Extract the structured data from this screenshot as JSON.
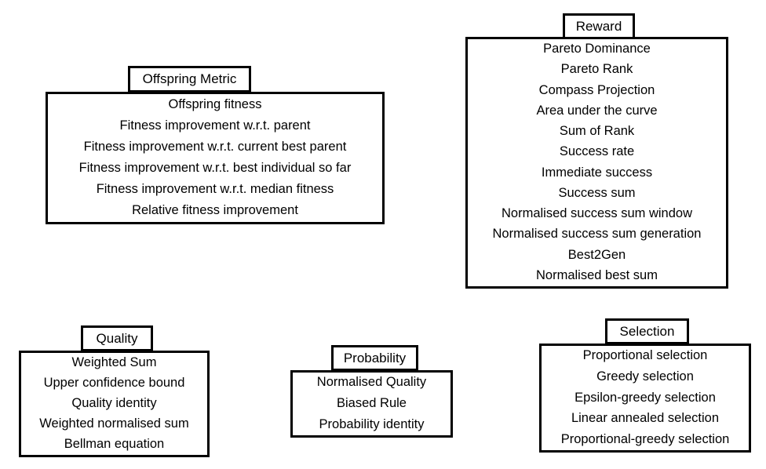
{
  "diagram": {
    "background_color": "#ffffff",
    "border_color": "#000000",
    "text_color": "#000000",
    "boxes": {
      "offspring_metric": {
        "title": "Offspring Metric",
        "items": [
          "Offspring fitness",
          "Fitness improvement w.r.t. parent",
          "Fitness improvement w.r.t. current best parent",
          "Fitness improvement w.r.t. best individual so far",
          "Fitness improvement w.r.t. median fitness",
          "Relative fitness improvement"
        ]
      },
      "reward": {
        "title": "Reward",
        "items": [
          "Pareto Dominance",
          "Pareto Rank",
          "Compass Projection",
          "Area under the curve",
          "Sum of Rank",
          "Success rate",
          "Immediate success",
          "Success sum",
          "Normalised success sum window",
          "Normalised success sum generation",
          "Best2Gen",
          "Normalised best sum"
        ]
      },
      "quality": {
        "title": "Quality",
        "items": [
          "Weighted Sum",
          "Upper confidence bound",
          "Quality identity",
          "Weighted normalised sum",
          "Bellman equation"
        ]
      },
      "probability": {
        "title": "Probability",
        "items": [
          "Normalised Quality",
          "Biased Rule",
          "Probability identity"
        ]
      },
      "selection": {
        "title": "Selection",
        "items": [
          "Proportional selection",
          "Greedy selection",
          "Epsilon-greedy selection",
          "Linear annealed selection",
          "Proportional-greedy selection"
        ]
      }
    }
  }
}
